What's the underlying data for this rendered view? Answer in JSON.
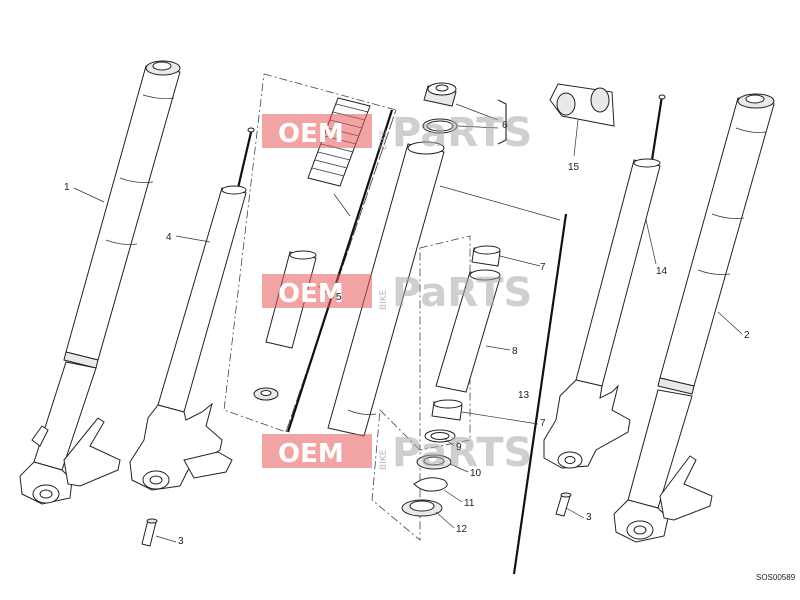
{
  "callouts": [
    "1",
    "2",
    "3",
    "3",
    "4",
    "5",
    "6",
    "7",
    "7",
    "8",
    "9",
    "10",
    "11",
    "12",
    "13",
    "14",
    "15"
  ],
  "drawing_code": "SOS00589",
  "watermark": {
    "brand_left": "OEM",
    "brand_right": "PaRTS",
    "side_word": "BIKE"
  },
  "colors": {
    "watermark_red": "#e85a5a",
    "line": "#222222"
  }
}
